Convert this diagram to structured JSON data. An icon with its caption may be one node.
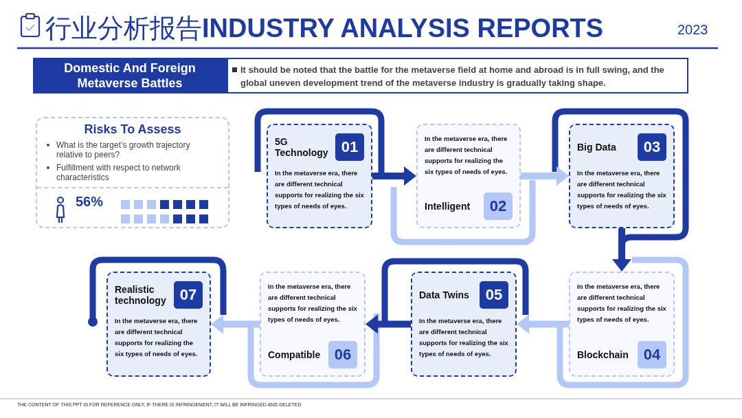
{
  "diagram": {
    "title": "行业分析报告**INDUSTRY ANALYSIS REPORTS**",
    "nodes": [
      {
        "text": [
          "Domestic And Foreign Metaverse Battles"
        ]
      },
      {
        "text": [
          "It should be noted that the battle for the metaverse field at home and abroad is in full swing, and the global uneven development trend of the metaverse industry is gradually taking shape."
        ]
      },
      {
        "text": [
          "Risks To Assess",
          "What is the target’s growth trajectory relative to peers?",
          "Fulfillment with respect to network characteristics"
        ]
      },
      {
        "text": [
          "5G Technology",
          "01",
          "In the metaverse era, there are different technical supports for realizing the six types of needs of eyes."
        ]
      },
      {
        "text": [
          "In the metaverse era, there are different technical supports for realizing the six types of needs of eyes.",
          "Intelligent",
          "02"
        ]
      },
      {
        "text": [
          "Big Data",
          "03",
          "In the metaverse era, there are different technical supports for realizing the six types of needs of eyes."
        ]
      },
      {
        "text": [
          "In the metaverse era, there are different technical supports for realizing the six types of needs of eyes.",
          "Blockchain",
          "04"
        ]
      },
      {
        "text": [
          "Data Twins",
          "05",
          "In the metaverse era, there are different technical supports for realizing the six types of needs of eyes."
        ]
      },
      {
        "text": [
          "In the metaverse era, there are different technical supports for realizing the six types of needs of eyes.",
          "Compatible",
          "06"
        ]
      },
      {
        "text": [
          "Realistic technology",
          "07",
          "In the metaverse era, there are different technical supports for realizing the six types of needs of eyes."
        ]
      }
    ],
    "edges": [
      {
        "from": 3,
        "to": 4,
        "arrow": "to",
        "color": "#1d3ba3"
      },
      {
        "from": 4,
        "to": 5,
        "arrow": "to",
        "color": "#b4c8f7"
      },
      {
        "from": 5,
        "to": 6,
        "arrow": "to",
        "color": "#1d3ba3"
      },
      {
        "from": 6,
        "to": 7,
        "arrow": "to",
        "color": "#b4c8f7"
      },
      {
        "from": 7,
        "to": 8,
        "arrow": "to",
        "color": "#1d3ba3"
      },
      {
        "from": 8,
        "to": 9,
        "arrow": "to",
        "color": "#b4c8f7"
      }
    ],
    "labels": [
      "2023",
      "56%",
      "THE CONTENT OF THIS PPT IS FOR REFERENCE ONLY, IF THERE IS INFRINGEMENT, IT WILL BE INFRINGED AND DELETED"
    ]
  }
}
